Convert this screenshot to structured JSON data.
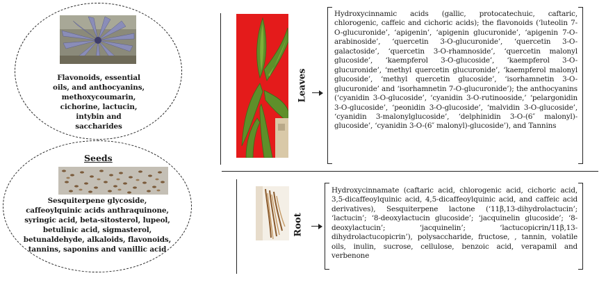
{
  "flower_text": "Flavonoids, essential oils, and anthocyanins, methoxycoumarin, cichorine, lactucin, intybin and saccharides",
  "seeds": {
    "title": "Seeds",
    "text": "Sesquiterpene glycoside, caffeoylquinic acids anthraquinone, syringic acid, beta-sitosterol, lupeol, betulinic acid, sigmasterol, betunaldehyde, alkaloids, flavonoids, tannins, saponins and vanillic acid"
  },
  "leaves": {
    "label": "Leaves",
    "text": "Hydroxycinnamic acids (gallic, protocatechuic, caftaric, chlorogenic, caffeic and cichoric acids); the flavonoids (‘luteolin 7-O-glucuronide’, ‘apigenin’, ‘apigenin glucuronide’, ‘apigenin 7-O-arabinoside’, ‘quercetin 3-O-glucuronide’, ‘quercetin 3-O-galactoside’, ‘quercetin 3-O-rhamnoside’, ‘quercetin malonyl glucoside’, ‘kaempferol 3-O-glucoside’, ‘kaempferol 3-O-glucuronide’, ‘methyl quercetin glucuronide’, ‘kaempferol malonyl glucoside’, ‘methyl quercetin glucoside’, ‘isorhamnetin 3-O-glucuronide’ and ‘isorhamnetin 7-O-glucuronide’); the anthocyanins (‘cyanidin 3-O-glucoside’, ‘cyanidin 3-O-rutinooside,’ ‘pelargonidin 3-O-glucoside’, ‘peonidin 3-O-glucoside’, ‘malvidin 3-O-glucoside’, ‘cyanidin 3-malonylglucoside’, ‘delphinidin 3-O-(6″ malonyl)-glucoside’, ‘cyanidin 3-O-(6″ malonyl)-glucoside’), and Tannins"
  },
  "root": {
    "label": "Root",
    "text": "Hydroxycinnamate (caftaric acid, chlorogenic acid, cichoric acid, 3,5-dicaffeoylquinic acid, 4,5-dicaffeoylquinic acid, and caffeic acid derivatives), Sesquiterpene lactone (‘11β,13-dihydrolactucin’; ‘lactucin’; ‘8-deoxylactucin glucoside’; ‘jacquinelin glucoside’; ‘8-deoxylactucin’; ‘jacquinelin’; ‘lactucopicrin/11β,13-dihydrolactucopicrin’), polysaccharide, fructose, , tannin, volatile oils, inulin, sucrose, cellulose, benzoic acid, verapamil and verbenone"
  }
}
